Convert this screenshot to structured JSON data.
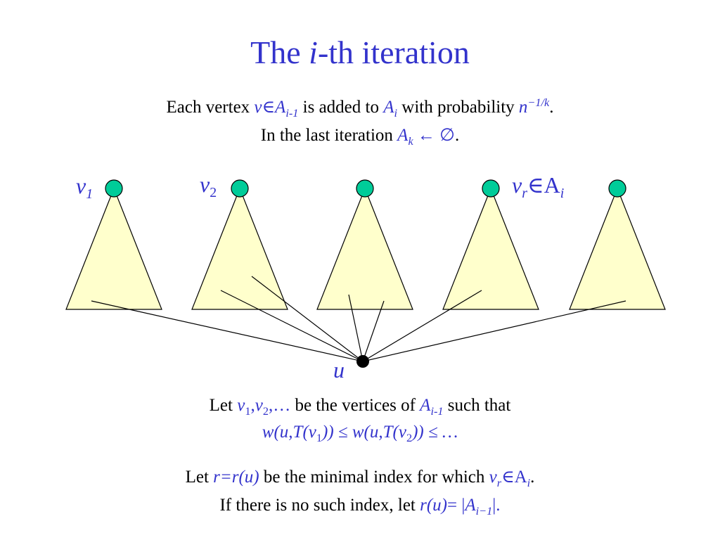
{
  "title": {
    "pre": "The ",
    "var": "i",
    "post": "-th iteration"
  },
  "intro": {
    "line1": {
      "t1": "Each vertex ",
      "v": "v",
      "elem": "∈",
      "A": "A",
      "sub": "i-1",
      "t2": " is added to ",
      "A2": "A",
      "sub2": "i",
      "t3": " with probability ",
      "n": "n",
      "sup": "−1/k",
      "t4": "."
    },
    "line2": {
      "t1": "In the last iteration ",
      "A": "A",
      "sub": "k",
      "assign": " ← ∅",
      "t2": "."
    }
  },
  "diagram": {
    "labels": {
      "v1": {
        "base": "v",
        "sub": "1"
      },
      "v2": {
        "base": "v",
        "sub": "2"
      },
      "vr": {
        "base": "v",
        "sub": "r",
        "rest": "∈A",
        "sub2": "i"
      },
      "u": "u"
    },
    "colors": {
      "triangle_fill": "#ffffcc",
      "root_fill": "#00cc99",
      "stroke": "#000000",
      "text_blue": "#3333cc"
    }
  },
  "para1": {
    "line1": {
      "t1": "Let ",
      "v1": "v",
      "s1": "1",
      "c1": ",",
      "v2": "v",
      "s2": "2",
      "c2": ",… ",
      "t2": " be the vertices of ",
      "A": "A",
      "sub": "i-1",
      "t3": " such that"
    },
    "line2": {
      "w1": "w(u,T(v",
      "s1": "1",
      "m": ")) ≤ w(u,T(v",
      "s2": "2",
      "e": ")) ≤ …"
    }
  },
  "para2": {
    "line1": {
      "t1": "Let ",
      "r": "r=r(u)",
      "t2": " be the minimal index for which ",
      "v": "v",
      "sub": "r",
      "rest": "∈A",
      "sub2": "i",
      "t3": "."
    },
    "line2": {
      "t1": "If there is no such index, let ",
      "r": "r(u)",
      "eq": "= |",
      "A": "A",
      "sub": "i−1",
      "t2": "|."
    }
  }
}
